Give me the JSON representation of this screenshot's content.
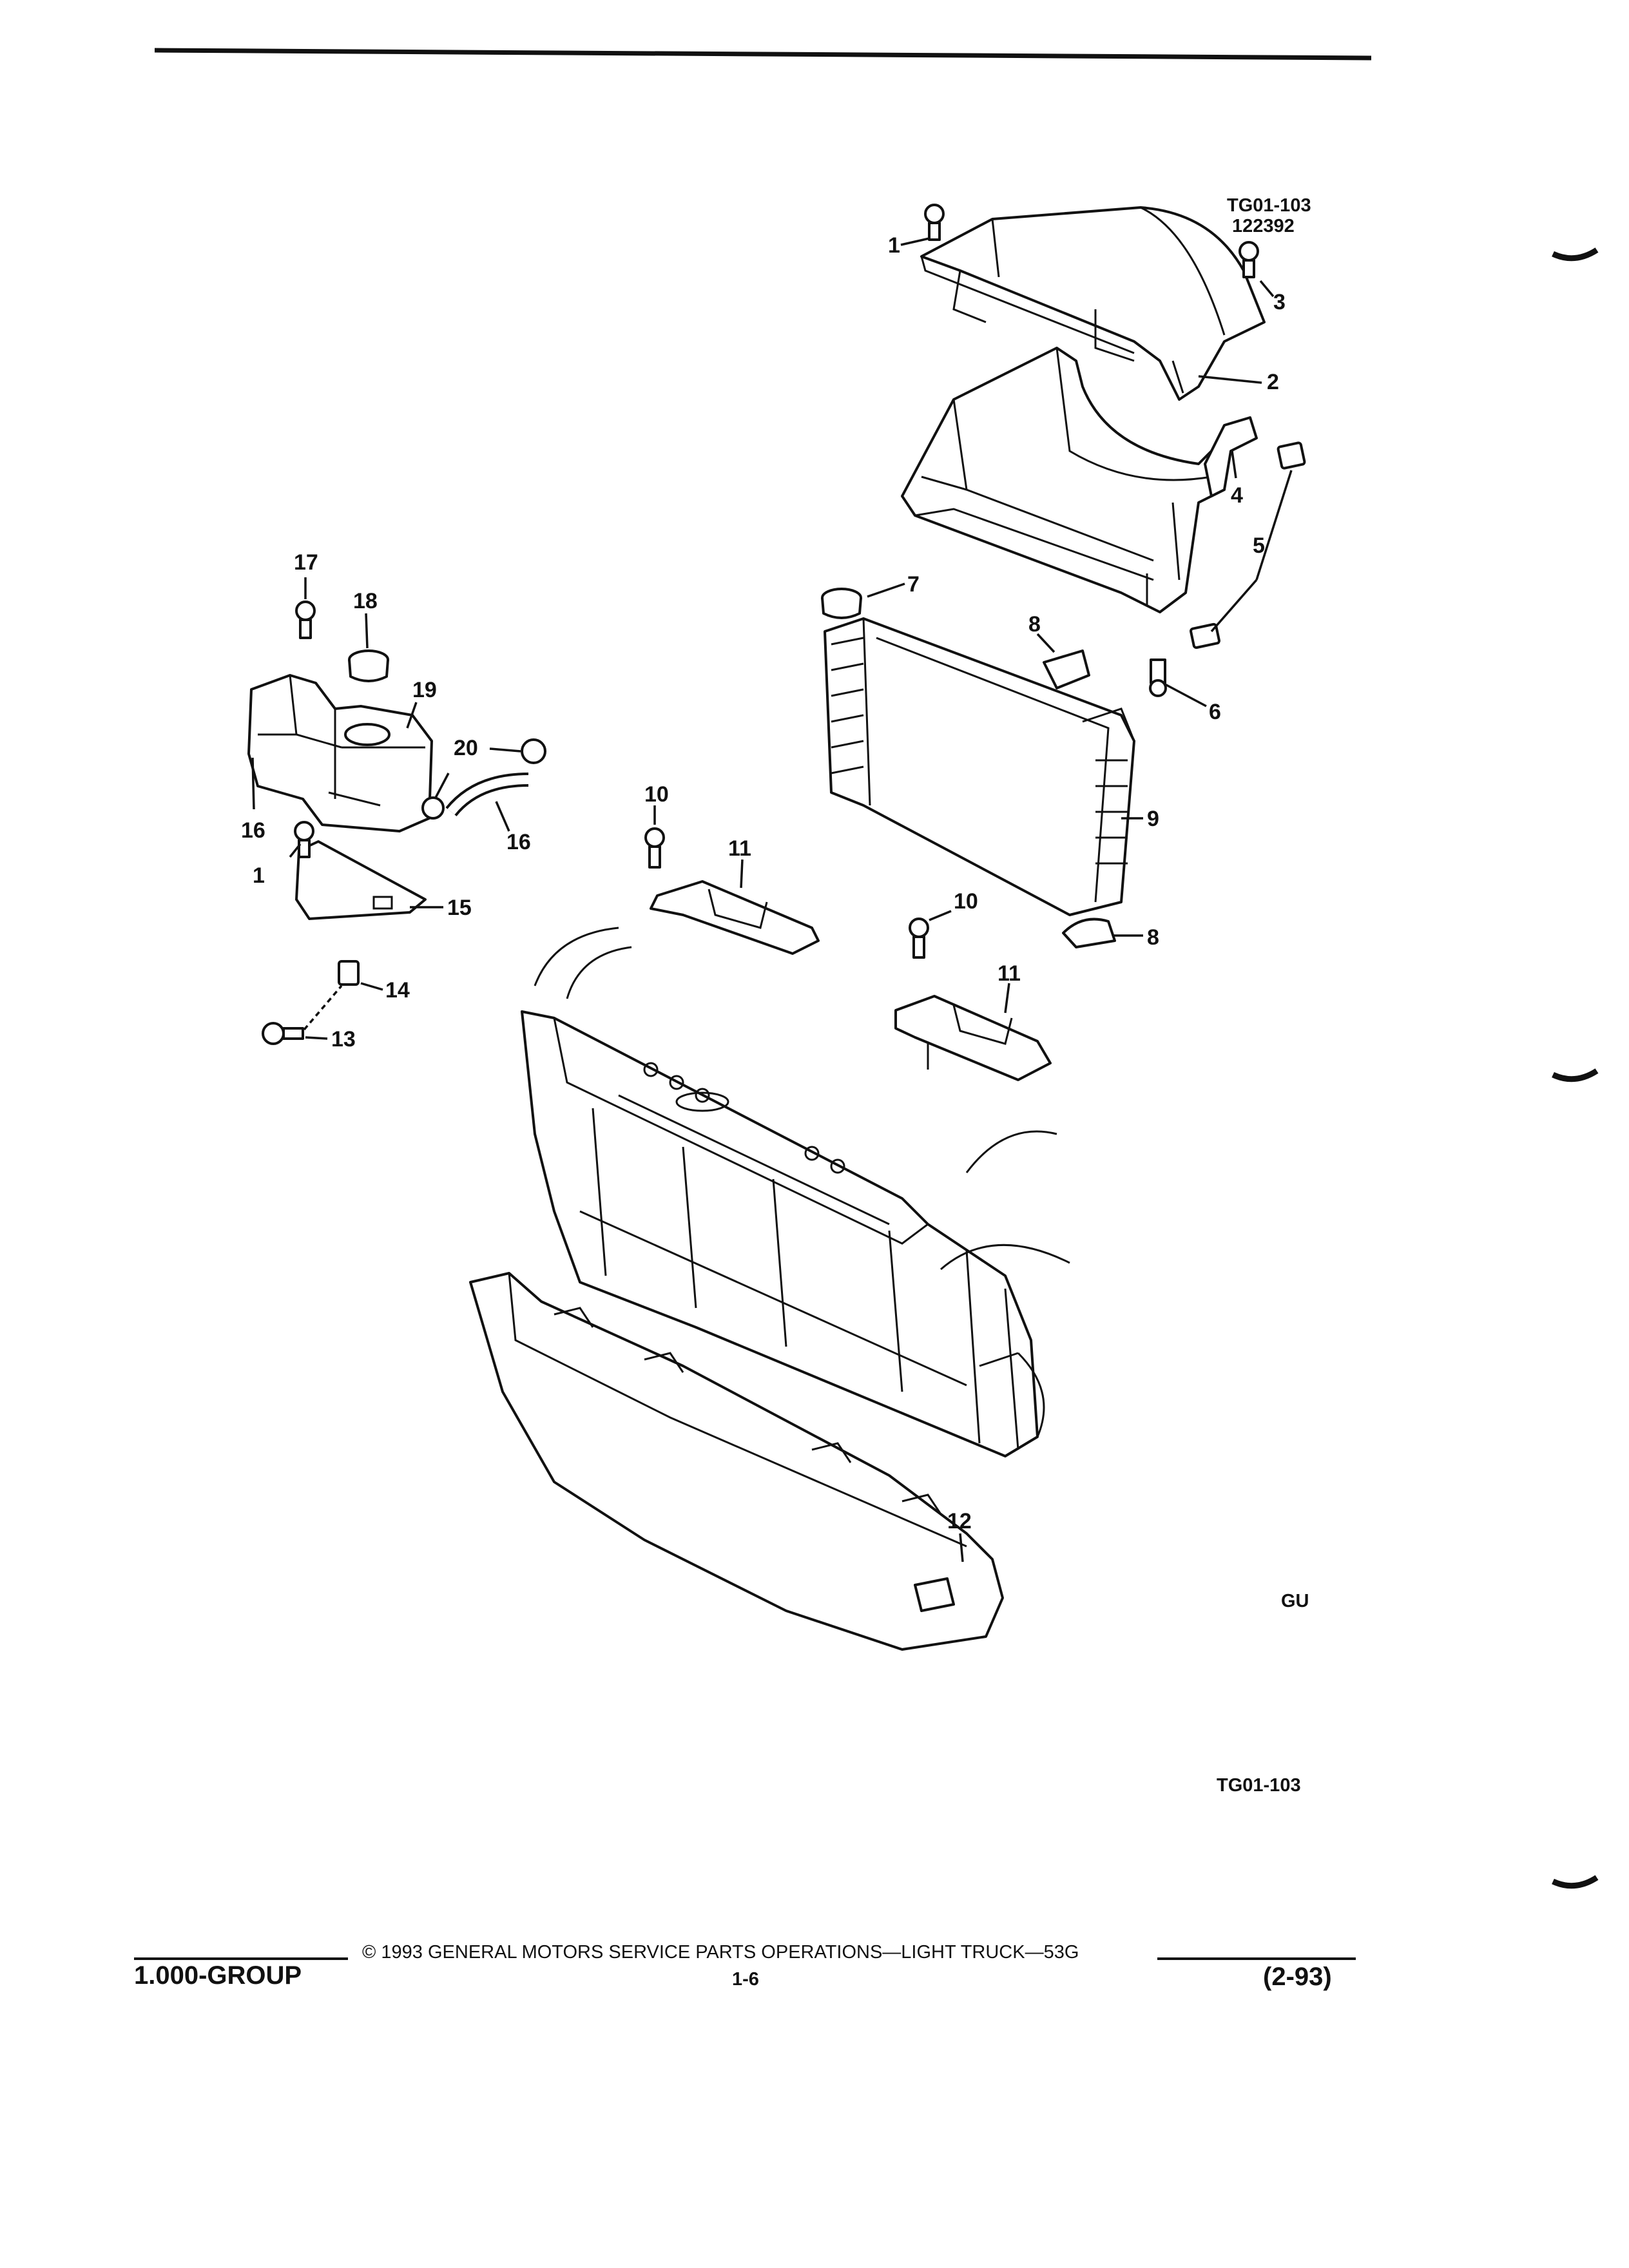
{
  "figure": {
    "ref_id": "TG01-103",
    "ref_date": "122392",
    "bottom_ref": "TG01-103",
    "corner_mark": "GU"
  },
  "callouts": [
    "1",
    "2",
    "3",
    "4",
    "5",
    "6",
    "7",
    "8",
    "9",
    "10",
    "11",
    "12",
    "13",
    "14",
    "15",
    "16",
    "17",
    "18",
    "19",
    "20"
  ],
  "footer": {
    "copyright": "© 1993 GENERAL MOTORS SERVICE PARTS OPERATIONS—LIGHT TRUCK—53G",
    "group": "1.000-GROUP",
    "page": "1-6",
    "date": "(2-93)"
  }
}
